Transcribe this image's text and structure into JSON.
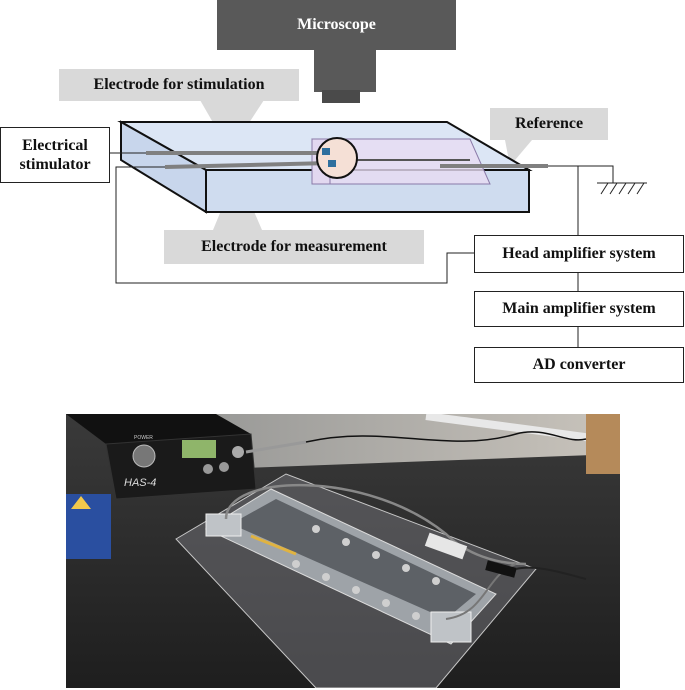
{
  "labels": {
    "microscope": "Microscope",
    "electrode_stimulation": "Electrode for stimulation",
    "electrode_measurement": "Electrode for measurement",
    "reference": "Reference",
    "electrical_stimulator_line1": "Electrical",
    "electrical_stimulator_line2": "stimulator",
    "head_amplifier": "Head amplifier system",
    "main_amplifier": "Main amplifier system",
    "ad_converter": "AD converter"
  },
  "photo": {
    "device_brand": "HAS-4",
    "power_label": "POWER"
  },
  "colors": {
    "microscope_body": "#595959",
    "callout_grey": "#d9d9d9",
    "slab_fill": "#dce6f5",
    "lens_fill": "#f5e0d6",
    "electrode_blue": "#2e6f9e",
    "photo_background": "#2b2b2b"
  }
}
